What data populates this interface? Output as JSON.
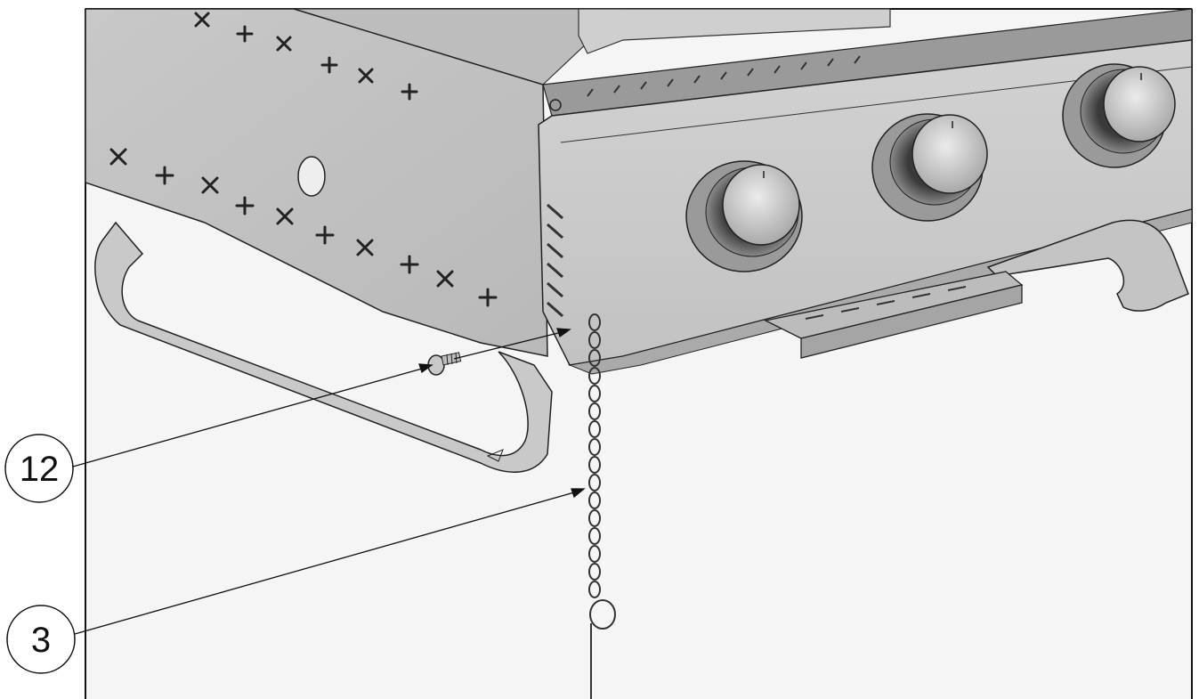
{
  "figure": {
    "callouts": [
      {
        "id": "callout-12",
        "label": "12"
      },
      {
        "id": "callout-3",
        "label": "3"
      }
    ]
  }
}
